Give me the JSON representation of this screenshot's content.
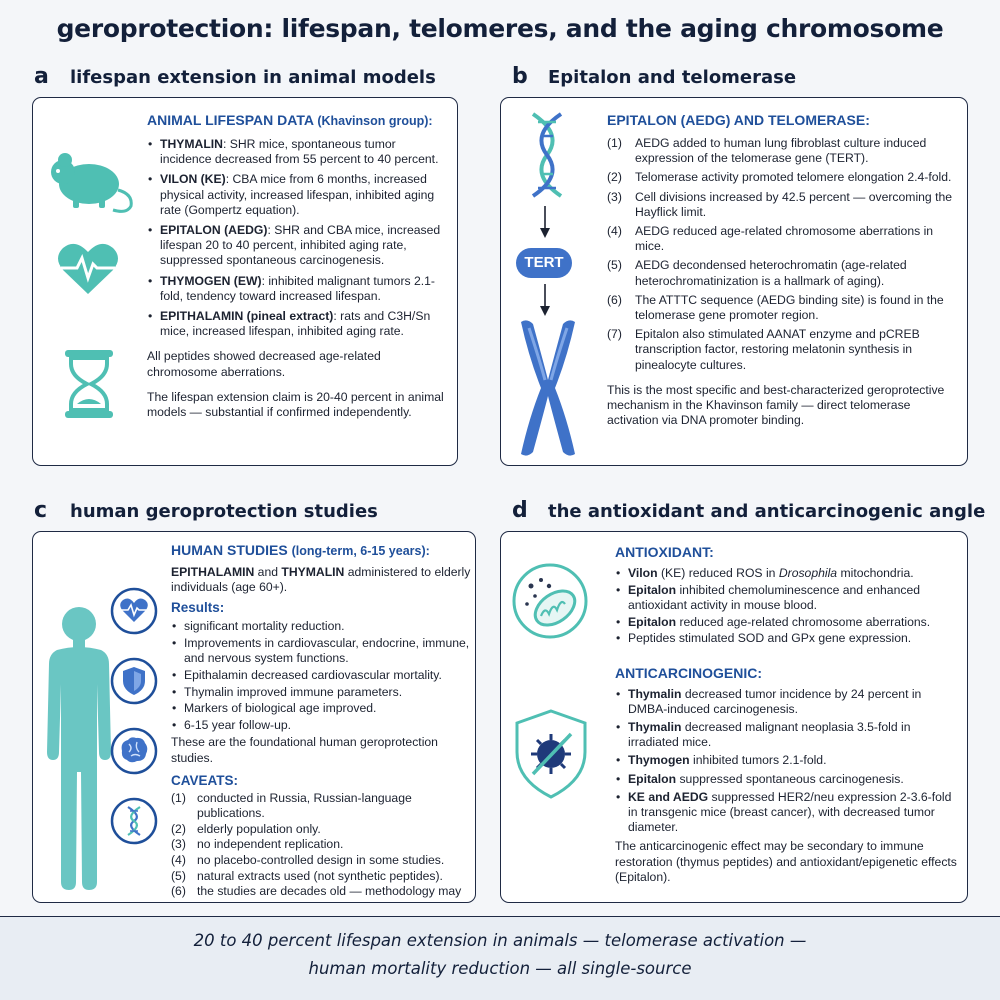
{
  "title": "geroprotection: lifespan, telomeres, and the aging chromosome",
  "sections": {
    "a": {
      "letter": "a",
      "heading": "lifespan extension in animal models",
      "panel_title": "ANIMAL LIFESPAN DATA",
      "panel_title_sub": "(Khavinson group):",
      "items": [
        {
          "name": "THYMALIN",
          "text": ": SHR mice, spontaneous tumor incidence decreased from 55 percent to 40 percent."
        },
        {
          "name": "VILON (KE)",
          "text": ": CBA mice from 6 months, increased physical activity, increased lifespan, inhibited aging rate (Gompertz equation)."
        },
        {
          "name": "EPITALON (AEDG)",
          "text": ": SHR and CBA mice, increased lifespan 20 to 40 percent, inhibited aging rate, suppressed spontaneous carcinogenesis."
        },
        {
          "name": "THYMOGEN (EW)",
          "text": ": inhibited malignant tumors 2.1-fold, tendency toward increased lifespan."
        },
        {
          "name": "EPITHALAMIN (pineal extract)",
          "text": ": rats and C3H/Sn mice, increased lifespan, inhibited aging rate."
        }
      ],
      "para1": "All peptides showed decreased age-related chromosome aberrations.",
      "para2": "The lifespan extension claim is 20-40 percent in animal models — substantial if confirmed independently."
    },
    "b": {
      "letter": "b",
      "heading": "Epitalon and telomerase",
      "panel_title": "EPITALON (AEDG) AND TELOMERASE:",
      "badge": "TERT",
      "items": [
        {
          "n": "(1)",
          "text": "AEDG added to human lung fibroblast culture induced expression of the telomerase gene (TERT)."
        },
        {
          "n": "(2)",
          "text": "Telomerase activity promoted telomere elongation 2.4-fold."
        },
        {
          "n": "(3)",
          "text": "Cell divisions increased by 42.5 percent — overcoming the Hayflick limit."
        },
        {
          "n": "(4)",
          "text": "AEDG reduced age-related chromosome aberrations in mice."
        },
        {
          "n": "(5)",
          "text": "AEDG decondensed heterochromatin (age-related heterochromatinization is a hallmark of aging)."
        },
        {
          "n": "(6)",
          "text": "The ATTTC sequence (AEDG binding site) is found in the telomerase gene promoter region."
        },
        {
          "n": "(7)",
          "text": "Epitalon also stimulated AANAT enzyme and pCREB transcription factor, restoring melatonin synthesis in pinealocyte cultures."
        }
      ],
      "para": "This is the most specific and best-characterized geroprotective mechanism in the Khavinson family — direct telomerase activation via DNA promoter binding."
    },
    "c": {
      "letter": "c",
      "heading": "human geroprotection studies",
      "panel_title": "HUMAN STUDIES",
      "panel_title_sub": "(long-term, 6-15 years):",
      "intro_bold1": "EPITHALAMIN",
      "intro_mid": " and ",
      "intro_bold2": "THYMALIN",
      "intro_rest": " administered to elderly individuals (age 60+).",
      "results_title": "Results:",
      "results": [
        "significant mortality reduction.",
        "Improvements in cardiovascular, endocrine, immune, and nervous system functions.",
        "Epithalamin decreased cardiovascular mortality.",
        "Thymalin improved immune parameters.",
        "Markers of biological age improved.",
        "6-15 year follow-up."
      ],
      "note": "These are the foundational human geroprotection studies.",
      "caveats_title": "CAVEATS:",
      "caveats": [
        {
          "n": "(1)",
          "text": "conducted in Russia, Russian-language publications."
        },
        {
          "n": "(2)",
          "text": "elderly population only."
        },
        {
          "n": "(3)",
          "text": "no independent replication."
        },
        {
          "n": "(4)",
          "text": "no placebo-controlled design in some studies."
        },
        {
          "n": "(5)",
          "text": "natural extracts used (not synthetic peptides)."
        },
        {
          "n": "(6)",
          "text": "the studies are decades old — methodology may not meet current standards."
        }
      ]
    },
    "d": {
      "letter": "d",
      "heading": "the antioxidant and anticarcinogenic angle",
      "antiox_title": "ANTIOXIDANT:",
      "antiox": [
        {
          "b": "Vilon",
          "pre": "",
          "text": " (KE) reduced ROS in ",
          "i": "Drosophila",
          "post": " mitochondria."
        },
        {
          "b": "Epitalon",
          "pre": "",
          "text": " inhibited chemoluminescence and enhanced antioxidant activity in mouse blood.",
          "i": "",
          "post": ""
        },
        {
          "b": "Epitalon",
          "pre": "",
          "text": " reduced age-related chromosome aberrations.",
          "i": "",
          "post": ""
        },
        {
          "b": "",
          "pre": "Peptides stimulated SOD and GPx gene expression.",
          "text": "",
          "i": "",
          "post": ""
        }
      ],
      "anticarc_title": "ANTICARCINOGENIC:",
      "anticarc": [
        {
          "b": "Thymalin",
          "text": " decreased tumor incidence by 24 percent in DMBA-induced carcinogenesis."
        },
        {
          "b": "Thymalin",
          "text": " decreased malignant neoplasia 3.5-fold in irradiated mice."
        },
        {
          "b": "Thymogen",
          "text": " inhibited tumors 2.1-fold."
        },
        {
          "b": "Epitalon",
          "text": " suppressed spontaneous carcinogenesis."
        },
        {
          "b": "KE and AEDG",
          "text": " suppressed HER2/neu expression 2-3.6-fold in transgenic mice (breast cancer), with decreased tumor diameter."
        }
      ],
      "para": "The anticarcinogenic effect may be secondary to immune restoration (thymus peptides) and antioxidant/epigenetic effects (Epitalon)."
    }
  },
  "footer": {
    "line1": "20 to 40 percent lifespan extension in animals — telomerase activation —",
    "line2": "human mortality reduction — all single-source"
  },
  "colors": {
    "accent": "#1f4f9a",
    "icon_teal": "#4fbfb3",
    "icon_blue": "#3f72c8",
    "navy": "#13203a"
  },
  "icons": [
    "mouse-icon",
    "heart-pulse-icon",
    "hourglass-icon",
    "dna-icon",
    "chromosome-icon",
    "human-silhouette-icon",
    "heart-circle-icon",
    "shield-circle-icon",
    "brain-circle-icon",
    "dna-circle-icon",
    "mitochondria-icon",
    "virus-shield-icon"
  ]
}
